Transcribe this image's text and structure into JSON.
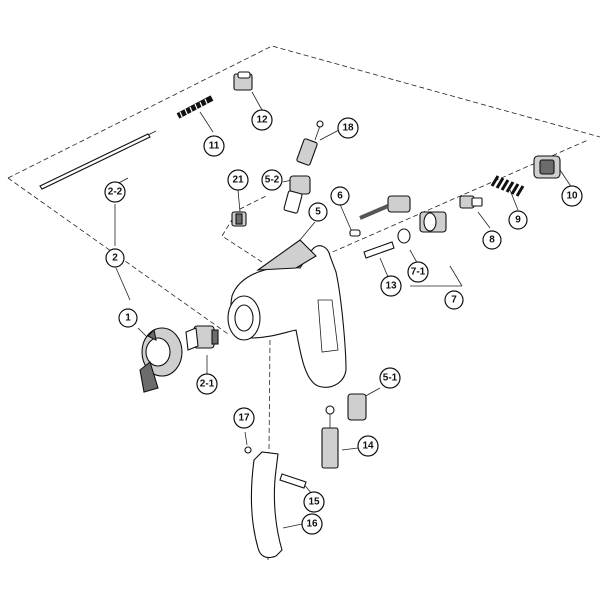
{
  "callouts": [
    {
      "id": "c1",
      "label": "1"
    },
    {
      "id": "c2",
      "label": "2"
    },
    {
      "id": "c2-1",
      "label": "2-1"
    },
    {
      "id": "c2-2",
      "label": "2-2"
    },
    {
      "id": "c5",
      "label": "5"
    },
    {
      "id": "c5-1",
      "label": "5-1"
    },
    {
      "id": "c5-2",
      "label": "5-2"
    },
    {
      "id": "c6",
      "label": "6"
    },
    {
      "id": "c7",
      "label": "7"
    },
    {
      "id": "c7-1",
      "label": "7-1"
    },
    {
      "id": "c8",
      "label": "8"
    },
    {
      "id": "c9",
      "label": "9"
    },
    {
      "id": "c10",
      "label": "10"
    },
    {
      "id": "c11",
      "label": "11"
    },
    {
      "id": "c12",
      "label": "12"
    },
    {
      "id": "c13",
      "label": "13"
    },
    {
      "id": "c14",
      "label": "14"
    },
    {
      "id": "c15",
      "label": "15"
    },
    {
      "id": "c16",
      "label": "16"
    },
    {
      "id": "c17",
      "label": "17"
    },
    {
      "id": "c18",
      "label": "18"
    },
    {
      "id": "c21",
      "label": "21"
    }
  ]
}
